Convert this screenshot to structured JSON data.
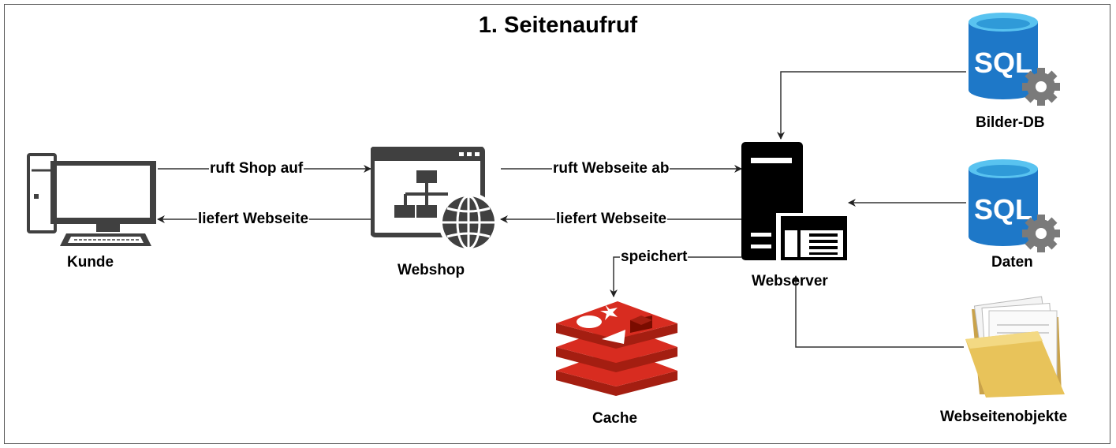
{
  "title": "1. Seitenaufruf",
  "nodes": {
    "kunde": {
      "label": "Kunde",
      "icon": "desktop-computer-icon"
    },
    "webshop": {
      "label": "Webshop",
      "icon": "web-sitemap-globe-icon"
    },
    "webserver": {
      "label": "Webserver",
      "icon": "server-tower-icon"
    },
    "cache": {
      "label": "Cache",
      "icon": "redis-stack-icon"
    },
    "bilder_db": {
      "label": "Bilder-DB",
      "icon": "sql-database-icon",
      "icon_text": "SQL"
    },
    "daten": {
      "label": "Daten",
      "icon": "sql-database-icon",
      "icon_text": "SQL"
    },
    "webseitenobjekte": {
      "label": "Webseitenobjekte",
      "icon": "folder-icon"
    }
  },
  "edges": {
    "kunde_to_webshop": "ruft Shop auf",
    "webshop_to_kunde": "liefert Webseite",
    "webshop_to_webserver": "ruft Webseite ab",
    "webserver_to_webshop": "liefert Webseite",
    "webserver_to_cache": "speichert"
  },
  "colors": {
    "line": "#333333",
    "sql_blue": "#1e78c8",
    "sql_light": "#59c3f0",
    "redis_red": "#c6302b",
    "folder_yellow": "#e8c35a",
    "icon_dark": "#404040"
  }
}
